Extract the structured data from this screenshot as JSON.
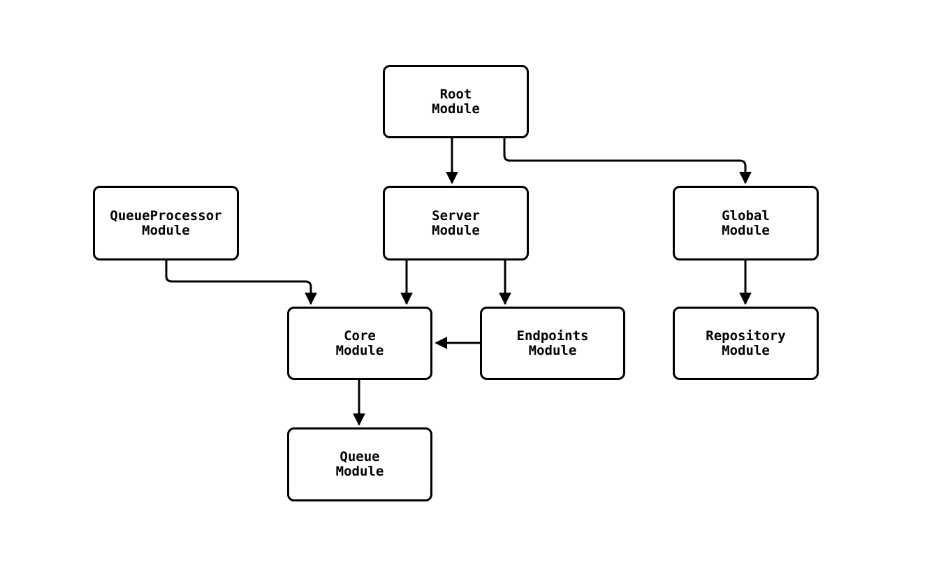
{
  "diagram": {
    "type": "module-dependency-graph",
    "background_color": "#ffffff",
    "node_fill_color": "#ffffff",
    "node_border_color": "#000000",
    "edge_color": "#000000",
    "text_color": "#000000",
    "nodes": [
      {
        "id": "root",
        "label": "Root\nModule"
      },
      {
        "id": "queue-processor",
        "label": "QueueProcessor\nModule"
      },
      {
        "id": "server",
        "label": "Server\nModule"
      },
      {
        "id": "global",
        "label": "Global\nModule"
      },
      {
        "id": "core",
        "label": "Core\nModule"
      },
      {
        "id": "endpoints",
        "label": "Endpoints\nModule"
      },
      {
        "id": "repository",
        "label": "Repository\nModule"
      },
      {
        "id": "queue",
        "label": "Queue\nModule"
      }
    ],
    "edges": [
      {
        "from": "root",
        "to": "server"
      },
      {
        "from": "root",
        "to": "global"
      },
      {
        "from": "queue-processor",
        "to": "core"
      },
      {
        "from": "server",
        "to": "core"
      },
      {
        "from": "server",
        "to": "endpoints"
      },
      {
        "from": "endpoints",
        "to": "core"
      },
      {
        "from": "global",
        "to": "repository"
      },
      {
        "from": "core",
        "to": "queue"
      }
    ]
  }
}
